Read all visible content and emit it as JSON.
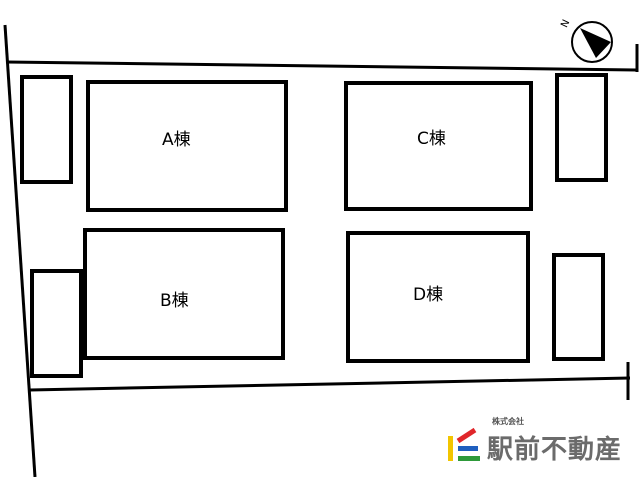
{
  "buildings": [
    {
      "id": "A",
      "label": "A棟"
    },
    {
      "id": "B",
      "label": "B棟"
    },
    {
      "id": "C",
      "label": "C棟"
    },
    {
      "id": "D",
      "label": "D棟"
    }
  ],
  "compass": {
    "label": "N"
  },
  "logo": {
    "company_prefix": "株式会社",
    "name": "駅前不動産",
    "colors": [
      "#f2c500",
      "#e0262a",
      "#1f5fbf",
      "#2e9a3a"
    ]
  }
}
